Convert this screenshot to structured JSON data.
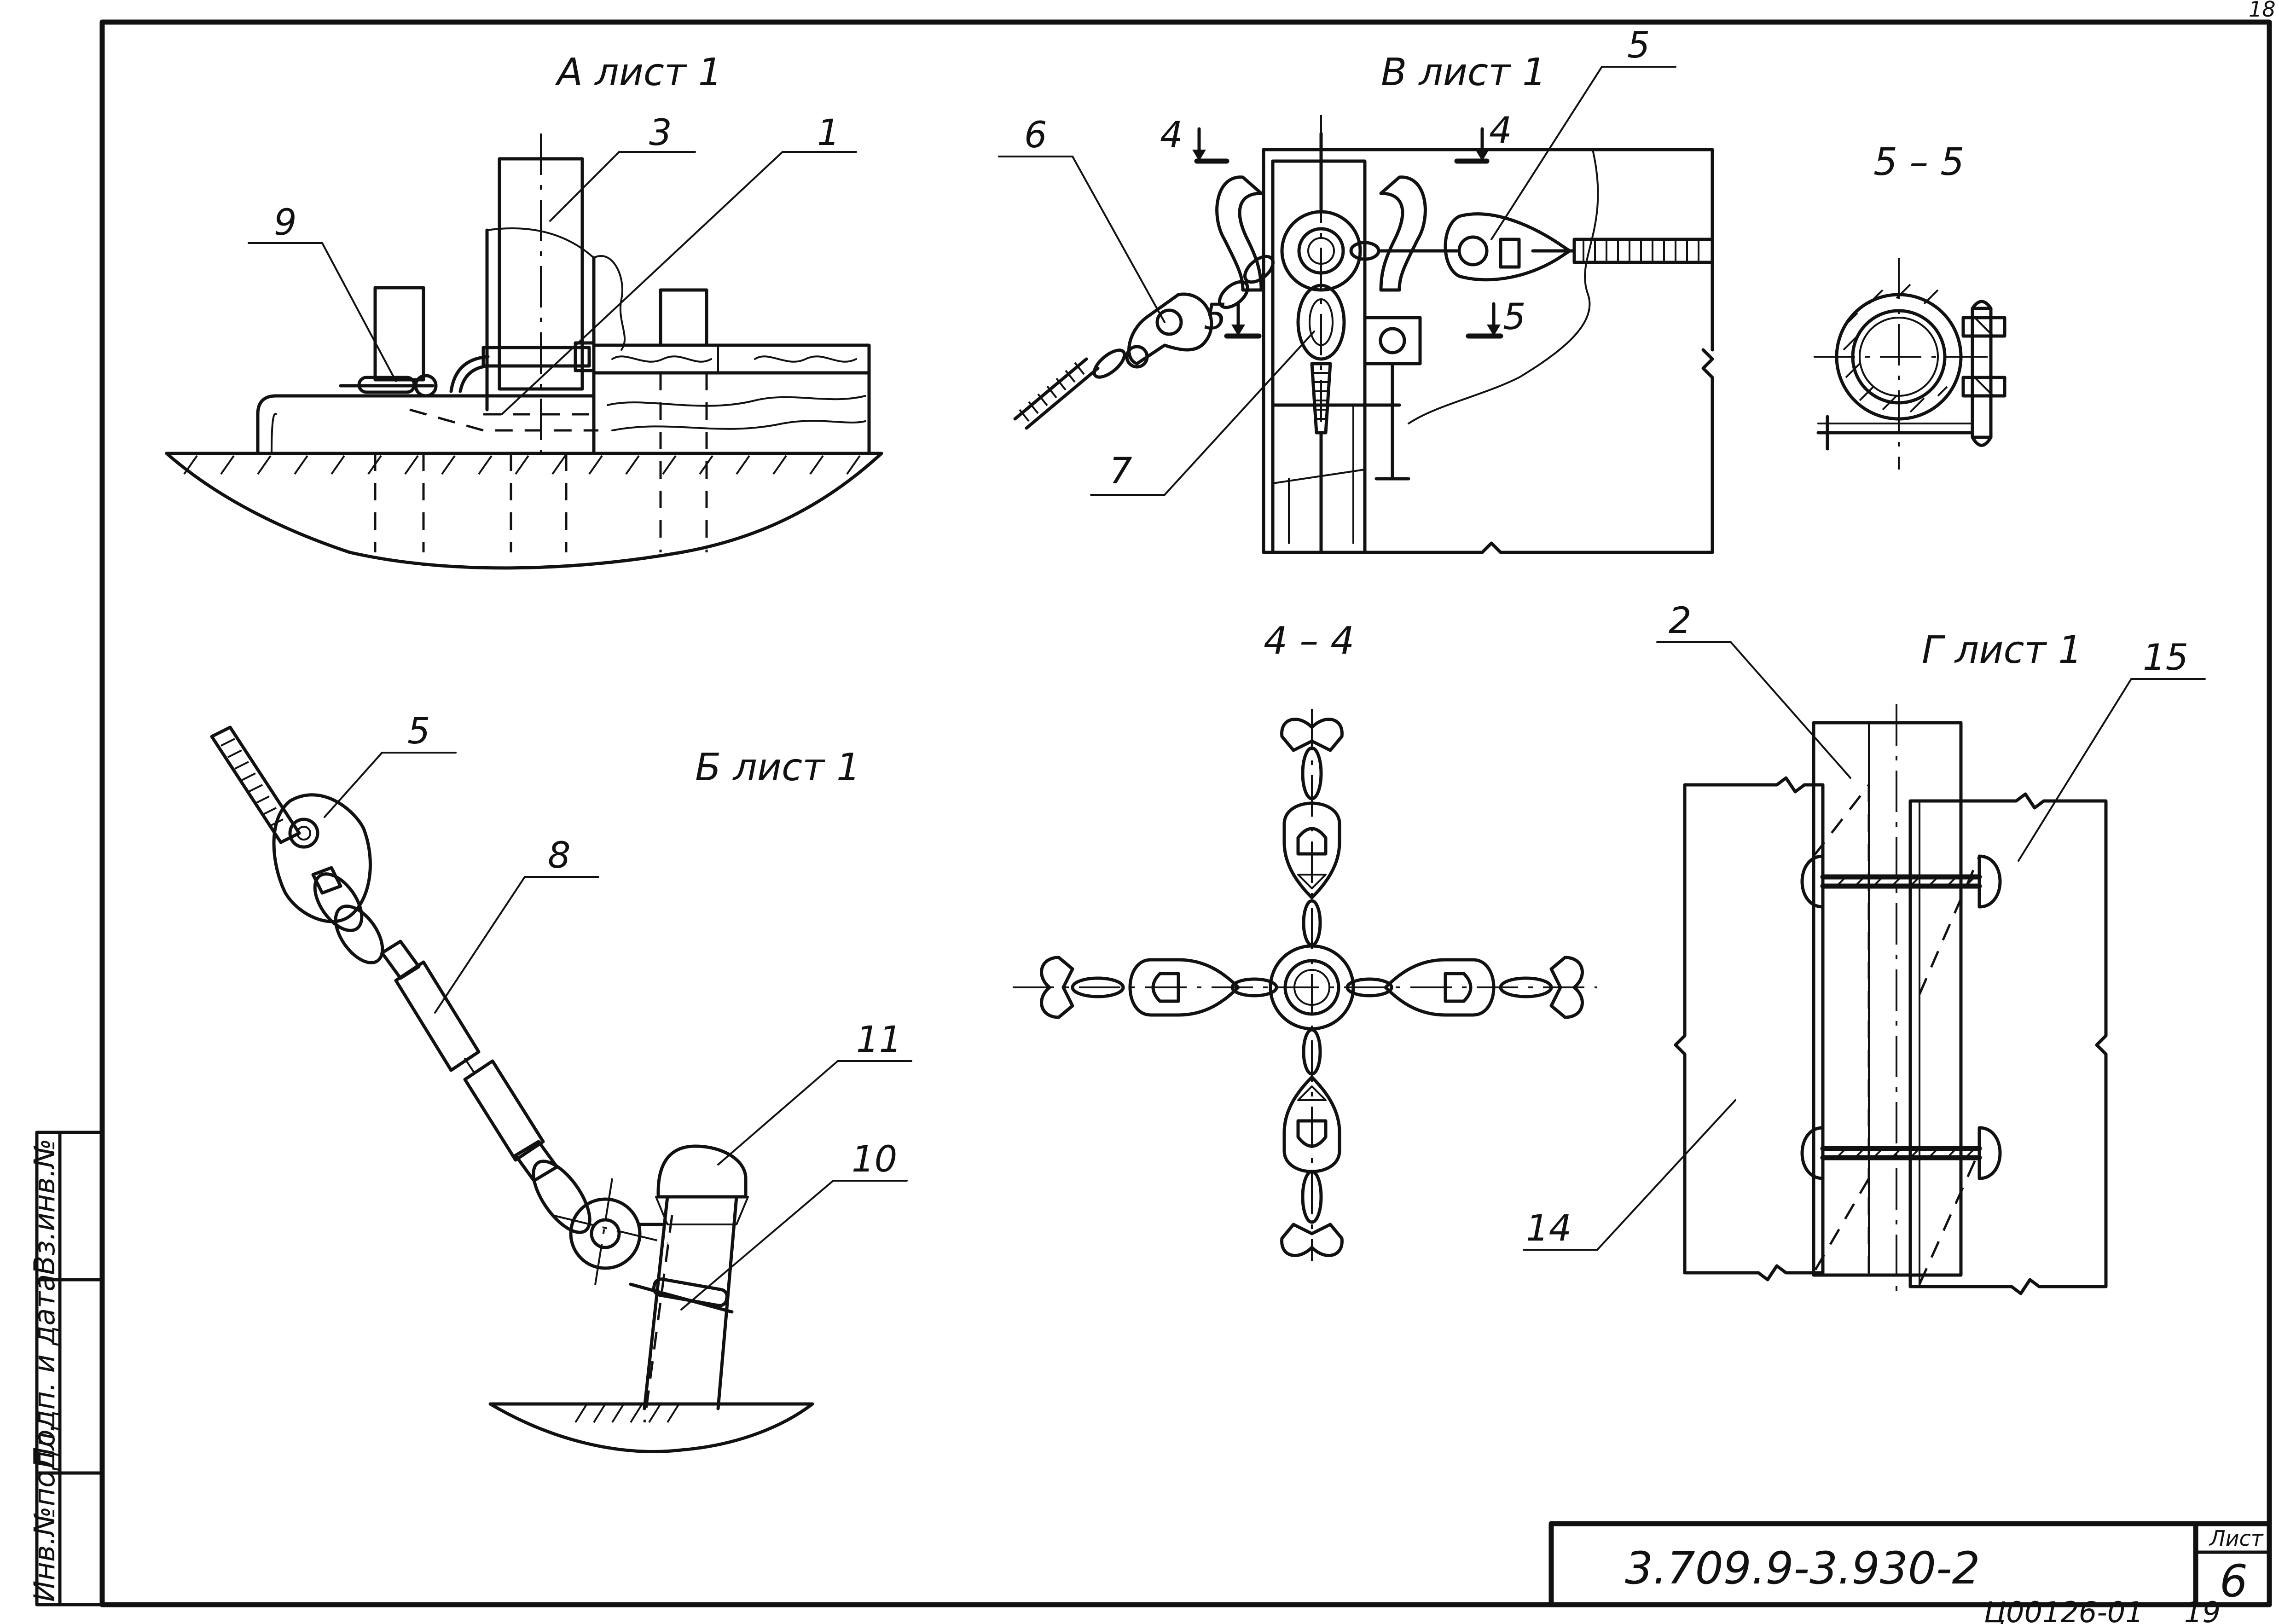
{
  "drawing": {
    "sheet_corner_number": "18",
    "views": {
      "view_a": "А лист 1",
      "view_v": "В лист 1",
      "view_b": "Б лист 1",
      "view_g": "Г лист 1",
      "section_5_5": "5 – 5",
      "section_4_4": "4 – 4"
    },
    "section_marks": {
      "mark_4_left": "4",
      "mark_4_right": "4",
      "mark_5_left": "5",
      "mark_5_right": "5"
    },
    "callouts": {
      "c1": "1",
      "c2": "2",
      "c3": "3",
      "c5_top": "5",
      "c5_left": "5",
      "c6": "6",
      "c7": "7",
      "c8": "8",
      "c9": "9",
      "c10": "10",
      "c11": "11",
      "c14": "14",
      "c15": "15"
    },
    "side_stamp": {
      "inv_podl": "Инв.№подл.",
      "podp_data": "Подп. и дата",
      "vz_inv": "Вз.инв.№"
    },
    "title_block": {
      "document_code": "3.709.9-3.930-2",
      "sheet_label": "Лист",
      "sheet_number": "6"
    },
    "footer": {
      "archive_code": "Ц00126-01",
      "page": "19"
    }
  }
}
